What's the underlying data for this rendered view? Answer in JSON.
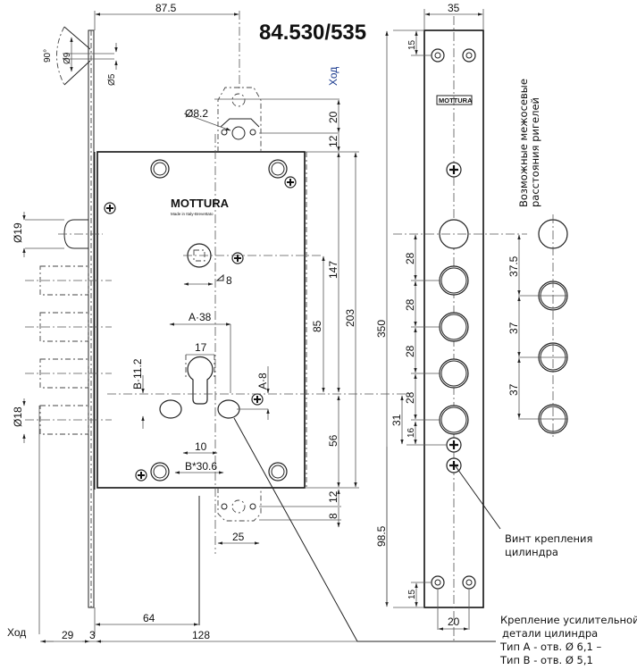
{
  "title": "84.530/535",
  "brand": {
    "name": "MOTTURA",
    "subtitle": "Made in Italy-Brevettato",
    "plate_label": "MOTTURA"
  },
  "labels": {
    "stroke_top": "Ход",
    "stroke_bottom": "Ход",
    "bolt_spacing_note_line1": "Возможные межосевые",
    "bolt_spacing_note_line2": "расстояния ригелей",
    "cylinder_screw_line1": "Винт крепления",
    "cylinder_screw_line2": "цилиндра",
    "reinforce_line1": "Крепление усилительной",
    "reinforce_line2": "детали цилиндра",
    "reinforce_line3": "Тип A - отв. Ø 6,1 –",
    "reinforce_line4": "Тип B - отв. Ø 5,1"
  },
  "dimensions": {
    "backset_top": "87.5",
    "angle": "90°",
    "dia_9": "Ø9",
    "dia_5": "Ø5",
    "dia_8_2": "Ø8.2",
    "top_20": "20",
    "top_12": "12",
    "spindle_square": "8",
    "a38": "A·38",
    "w17": "17",
    "b11_2": "B·11.2",
    "a8": "A·8",
    "w10": "10",
    "b30_6": "B*30.6",
    "d85": "85",
    "d147": "147",
    "d203": "203",
    "d56": "56",
    "bot_12": "12",
    "bot_8": "8",
    "w25": "25",
    "dia_19": "Ø19",
    "dia_18": "Ø18",
    "b64": "64",
    "b128": "128",
    "b29": "29",
    "b3": "3",
    "plate_35": "35",
    "plate_15_top": "15",
    "plate_350": "350",
    "s28_1": "28",
    "s28_2": "28",
    "s28_3": "28",
    "s28_4": "28",
    "s31": "31",
    "s16": "16",
    "s98_5": "98.5",
    "plate_15_bot": "15",
    "plate_20": "20",
    "alt_37_5": "37.5",
    "alt_37_1": "37",
    "alt_37_2": "37",
    "eq": "="
  }
}
